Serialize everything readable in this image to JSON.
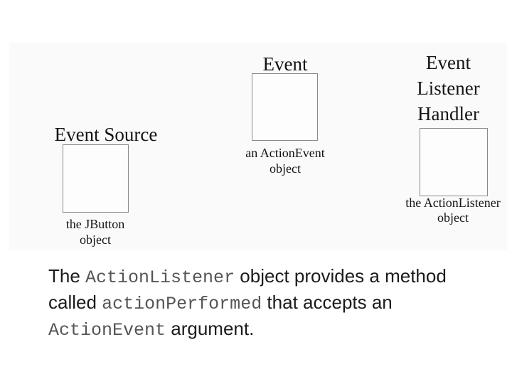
{
  "slide": {
    "diagram": {
      "source": {
        "title": "Event Source",
        "label_line1": "the JButton",
        "label_line2": "object"
      },
      "event": {
        "title": "Event",
        "label_line1": "an ActionEvent",
        "label_line2": "object"
      },
      "listener": {
        "title_line1": "Event",
        "title_line2": "Listener",
        "title_line3": "Handler",
        "label_line1": "the ActionListener",
        "label_line2": "object"
      }
    },
    "body": {
      "l1a": "The ",
      "l1b": "ActionListener",
      "l1c": " object provides a method",
      "l2a": "called ",
      "l2b": "actionPerformed",
      "l2c": " that accepts an",
      "l3a": "ActionEvent",
      "l3b": " argument."
    },
    "colors": {
      "page_background": "#ffffff",
      "image_background": "#fafafa",
      "box_border": "#8a8a8a",
      "diagram_text": "#141414",
      "body_text": "#1b1b1b",
      "code_text": "#555555"
    }
  }
}
